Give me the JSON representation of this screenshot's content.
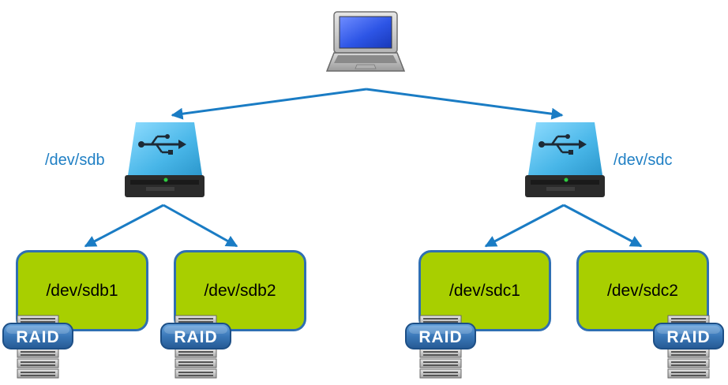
{
  "host": {
    "icon": "laptop-icon"
  },
  "disks": [
    {
      "label": "/dev/sdb",
      "icon": "usb-drive-icon",
      "partitions": [
        {
          "label": "/dev/sdb1"
        },
        {
          "label": "/dev/sdb2"
        }
      ]
    },
    {
      "label": "/dev/sdc",
      "icon": "usb-drive-icon",
      "partitions": [
        {
          "label": "/dev/sdc1"
        },
        {
          "label": "/dev/sdc2"
        }
      ]
    }
  ],
  "raid_badge": {
    "label": "RAID",
    "icon": "raid-storage-icon"
  },
  "colors": {
    "arrow": "#1a7cc4",
    "label_text": "#1f7fc4",
    "partition_fill": "#a8cf00",
    "partition_border": "#2f6fb3",
    "drive_body": "#5cc0ec",
    "raid_badge": "#3a78b8"
  }
}
